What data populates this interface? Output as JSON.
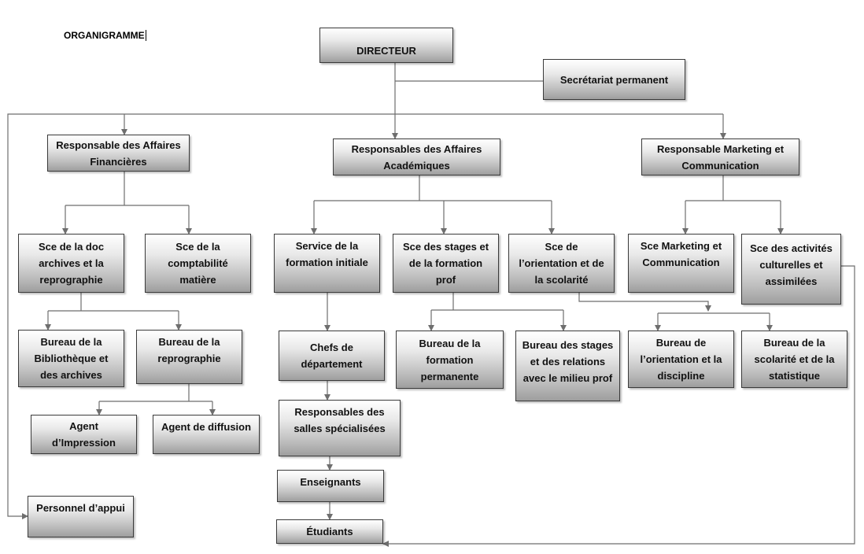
{
  "title": "ORGANIGRAMME",
  "nodes": {
    "directeur": "DIRECTEUR",
    "secretariat": "Secrétariat permanent",
    "resp_fin": "Responsable des Affaires\nFinancières",
    "resp_acad": "Responsables des Affaires\nAcadémiques",
    "resp_mkt": "Responsable Marketing et\nCommunication",
    "sce_doc": "Sce de la doc\narchives et la\nreprographie",
    "sce_compta": "Sce de la\ncomptabilité\nmatière",
    "service_formation": "Service de la\nformation initiale",
    "sce_stages": "Sce des stages et\nde la formation\nprof",
    "sce_orientation": "Sce de\nl’orientation et de\nla scolarité",
    "sce_marketing": "Sce Marketing et\nCommunication",
    "sce_activites": "Sce des activités\nculturelles et\nassimilées",
    "bureau_bibliotheque": "Bureau de la\nBibliothèque et\ndes archives",
    "bureau_reprographie": "Bureau de la\nreprographie",
    "chefs_departement": "Chefs de\ndépartement",
    "bureau_formation_perm": "Bureau de la\nformation\npermanente",
    "bureau_stages": "Bureau des stages\net des relations\navec le milieu prof",
    "bureau_orientation": "Bureau de\nl’orientation et la\ndiscipline",
    "bureau_scolarite": "Bureau de la\nscolarité et de la\nstatistique",
    "agent_impression": "Agent\nd’Impression",
    "agent_diffusion": "Agent de diffusion",
    "resp_salles": "Responsables des\nsalles spécialisées",
    "enseignants": "Enseignants",
    "etudiants": "Étudiants",
    "personnel_appui": "Personnel d’appui"
  }
}
